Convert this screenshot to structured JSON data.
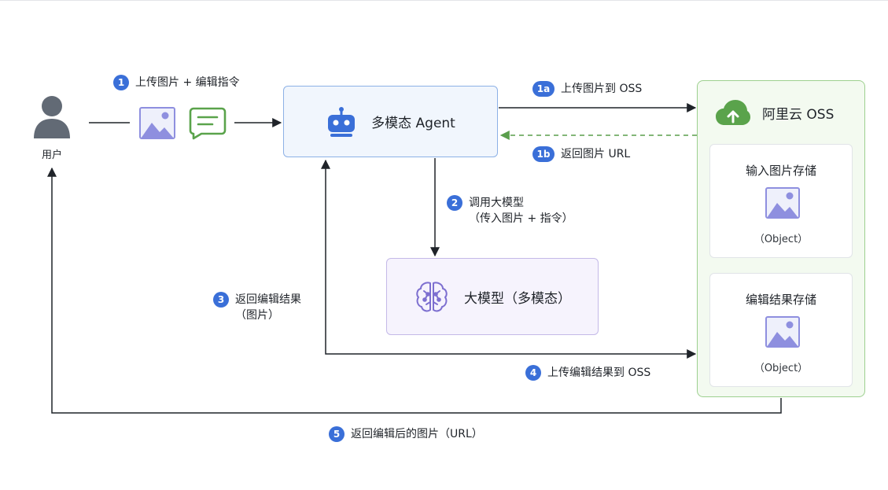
{
  "user": {
    "label": "用户"
  },
  "agent": {
    "title": "多模态 Agent"
  },
  "model": {
    "title": "大模型（多模态）"
  },
  "oss": {
    "title": "阿里云 OSS",
    "input_store": {
      "title": "输入图片存储",
      "sub": "（Object）"
    },
    "result_store": {
      "title": "编辑结果存储",
      "sub": "（Object）"
    }
  },
  "steps": {
    "s1": {
      "num": "1",
      "text": "上传图片 + 编辑指令"
    },
    "s1a": {
      "num": "1a",
      "text": "上传图片到 OSS"
    },
    "s1b": {
      "num": "1b",
      "text": "返回图片 URL"
    },
    "s2": {
      "num": "2",
      "line1": "调用大模型",
      "line2": "（传入图片 + 指令）"
    },
    "s3": {
      "num": "3",
      "line1": "返回编辑结果",
      "line2": "（图片）"
    },
    "s4": {
      "num": "4",
      "text": "上传编辑结果到 OSS"
    },
    "s5": {
      "num": "5",
      "text": "返回编辑后的图片（URL）"
    }
  },
  "icons": {
    "user": "user-icon",
    "image": "image-icon",
    "message": "message-icon",
    "robot": "robot-icon",
    "brain": "brain-icon",
    "cloud": "cloud-upload-icon"
  },
  "colors": {
    "badge": "#3a6fd8",
    "agent_border": "#8db1e6",
    "model_border": "#c4b9e8",
    "oss_border": "#9dd08f",
    "return_dashed": "#5a9e4c"
  }
}
